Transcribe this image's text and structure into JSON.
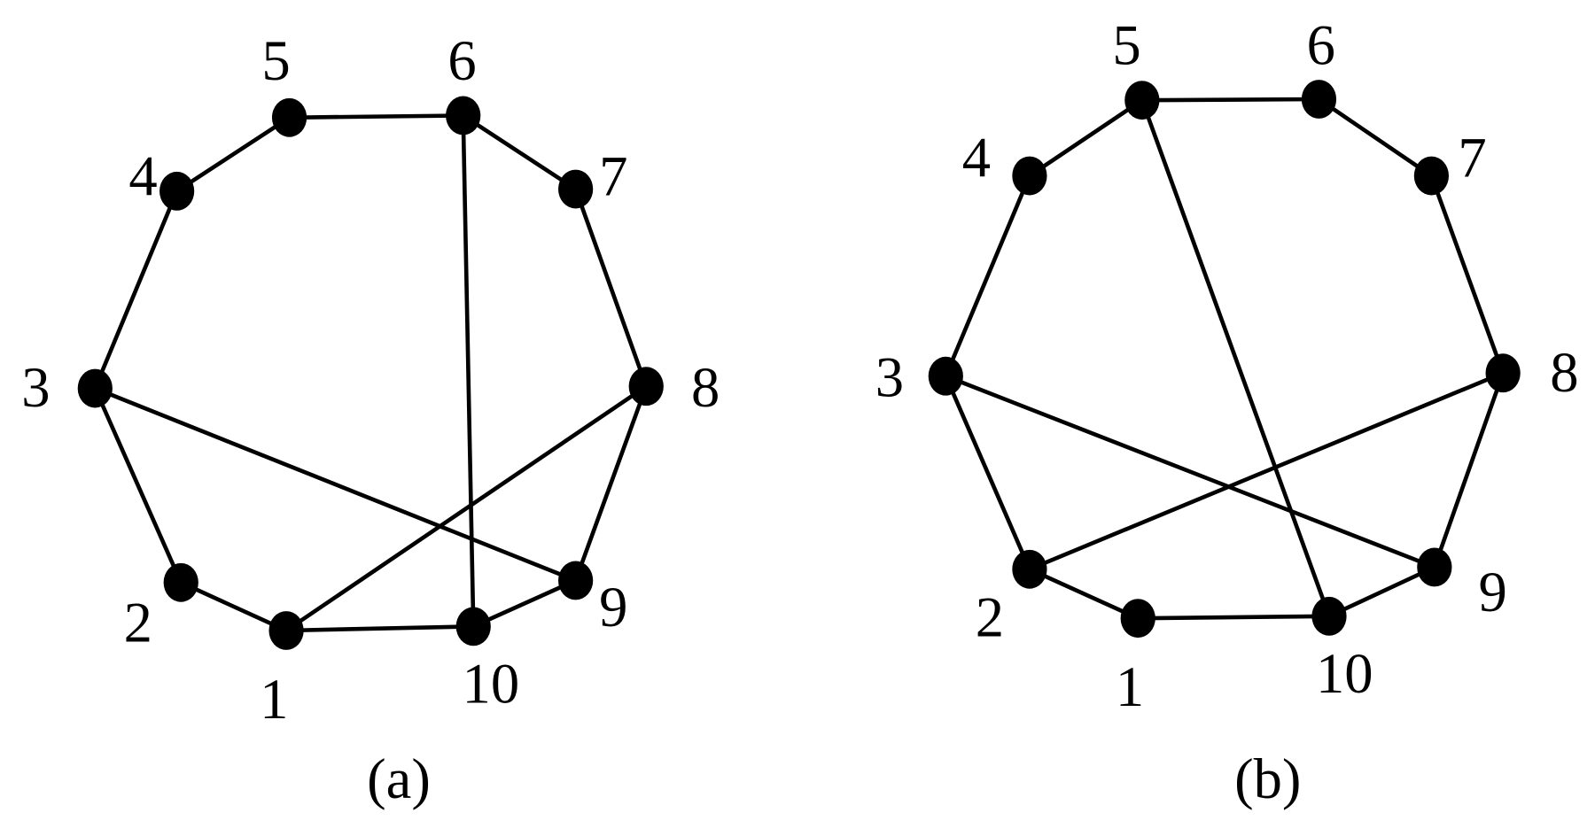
{
  "graphs": [
    {
      "caption": "(a)",
      "node_labels": [
        "1",
        "2",
        "3",
        "4",
        "5",
        "6",
        "7",
        "8",
        "9",
        "10"
      ],
      "edges": [
        [
          1,
          2
        ],
        [
          2,
          3
        ],
        [
          3,
          4
        ],
        [
          4,
          5
        ],
        [
          5,
          6
        ],
        [
          6,
          7
        ],
        [
          7,
          8
        ],
        [
          8,
          9
        ],
        [
          9,
          10
        ],
        [
          10,
          1
        ],
        [
          3,
          9
        ],
        [
          1,
          8
        ],
        [
          6,
          10
        ]
      ]
    },
    {
      "caption": "(b)",
      "node_labels": [
        "1",
        "2",
        "3",
        "4",
        "5",
        "6",
        "7",
        "8",
        "9",
        "10"
      ],
      "edges": [
        [
          1,
          2
        ],
        [
          2,
          3
        ],
        [
          3,
          4
        ],
        [
          4,
          5
        ],
        [
          5,
          6
        ],
        [
          6,
          7
        ],
        [
          7,
          8
        ],
        [
          8,
          9
        ],
        [
          9,
          10
        ],
        [
          10,
          1
        ],
        [
          3,
          9
        ],
        [
          2,
          8
        ],
        [
          5,
          10
        ]
      ]
    }
  ]
}
